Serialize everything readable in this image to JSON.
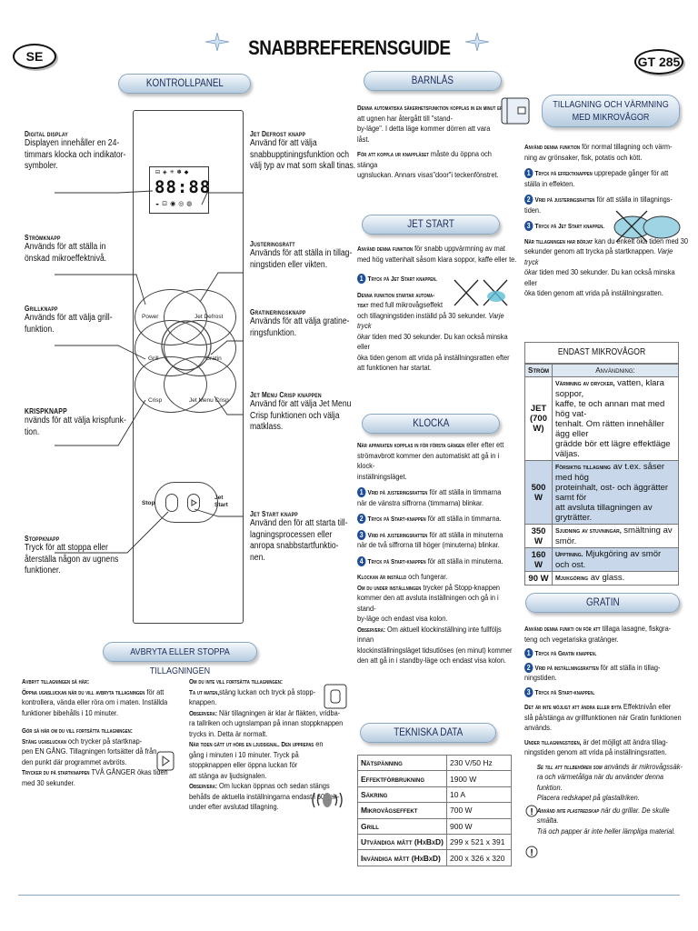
{
  "header": {
    "lang_badge": "SE",
    "title": "SNABBREFERENSGUIDE",
    "model_badge": "GT 285"
  },
  "kontrollpanel": {
    "heading": "KONTROLLPANEL",
    "left": [
      {
        "title": "Digital display",
        "body": "Displayen innehåller en 24-\ntimmars klocka och indikator-\nsymboler."
      },
      {
        "title": "Strömknapp",
        "body": "Används för att ställa in\nönskad mikroeffektnivå."
      },
      {
        "title": "Grillknapp",
        "body": "Används för att välja grill-\nfunktion."
      },
      {
        "title": "KRISPKNAPP",
        "body": "nvänds för att välja krispfunk-\ntion."
      },
      {
        "title": "Stoppknapp",
        "body": "Tryck för att stoppa eller\nåterställa någon av ugnens\nfunktioner."
      }
    ],
    "right": [
      {
        "title": "Jet Defrost knapp",
        "body": "Använd för att välja\nsnabbupptiningsfunktion och\nvälj typ av mat som skall tinas."
      },
      {
        "title": "Justeringsratt",
        "body": "Används för att ställa in tillag-\nningstiden eller vikten."
      },
      {
        "title": "Gratineringsknapp",
        "body": "Används för att välja gratine-\nringsfunktion."
      },
      {
        "title": "Jet Menu Crisp knappen",
        "body": "Använd för att välja Jet Menu\nCrisp funktionen och välja\nmatklass."
      },
      {
        "title": "Jet Start knapp",
        "body": "Använd den för att starta till-\nlagningsprocessen eller\nanropa snabbstartfunktio-\nnen."
      }
    ],
    "panel_labels": {
      "power": "Power",
      "jet_defrost": "Jet Defrost",
      "grill": "Grill",
      "gratin": "Gratin",
      "crisp": "Crisp",
      "jet_menu_crisp": "Jet Menu Crisp",
      "stop": "Stop",
      "jet_start": "Jet\nStart",
      "display_digits": "88:88"
    }
  },
  "avbryt": {
    "heading": "AVBRYTA ELLER STOPPA TILLAGNINGEN",
    "col1": [
      {
        "title": "Avbryt tillagningen så här:",
        "body": ""
      },
      {
        "title": "Öppna ugnsluckan när du vill avbryta tillagningen",
        "body": "för att kontrollera, vända eller röra om i maten. Inställda funktioner bibehålls i 10 minuter."
      },
      {
        "title": "Gör så här om du vill fortsätta tillagningen:",
        "body": ""
      },
      {
        "title": "Stäng ugnsluckan",
        "body": "och trycker på startknap-\npen EN GÅNG. Tillagningen fortsätter då från\nden punkt där programmet avbröts."
      },
      {
        "title": "Trycker du på startknappen",
        "body": "TVÅ GÅNGER ökas tiden\nmed 30 sekunder."
      }
    ],
    "col2": [
      {
        "title": "Om du inte vill fortsätta tillagningen:",
        "body": ""
      },
      {
        "title": "Ta ut maten,",
        "body": "stäng luckan och tryck på stopp-\nknappen."
      },
      {
        "title": "Observera:",
        "body": "När tillagningen är klar är fläkten, vridba-\nra tallriken och ugnslampan på innan stoppknappen\ntrycks in. Detta är normalt."
      },
      {
        "title": "När tiden gått ut hörs en ljudsignal. Den upprepas",
        "body": "en\ngång i minuten i 10 minuter. Tryck på\nstoppknappen eller öppna luckan för\natt stänga av ljudsignalen."
      },
      {
        "title": "Observera:",
        "body": "Om luckan öppnas och sedan stängs\nbehålls de aktuella inställningarna endast i 60 sek-\nunder efter avslutad tillagning."
      }
    ]
  },
  "barnlas": {
    "heading": "BARNLÅS",
    "p1_title": "Denna automatiska säkerhetsfunktion kopplas in en minut efter",
    "p1_body": "att ugnen har återgått till \"stand-\nby-läge\". I detta läge kommer dörren att vara\nlåst.",
    "p2_title": "För att koppla ur knapplåset",
    "p2_body": "måste du öppna och stänga\nugnsluckan. Annars visas\"door\"i teckenfönstret."
  },
  "jetstart": {
    "heading": "JET START",
    "p1_title": "Använd denna funktion",
    "p1_body": "för snabb uppvärmning av mat\nmed hög vattenhalt såsom klara soppor, kaffe eller te.",
    "step1": "Tryck på Jet Start knappen.",
    "p2_title": "Denna funktion startar automa-\ntiskt",
    "p2_body": "med full mikrovågseffekt\noch tillagningstiden inställd på 30 sekunder.",
    "p2_italic": "Varje tryck\nökar",
    "p2_end": "tiden med 30 sekunder. Du kan också minska eller\nöka tiden genom att vrida på inställningsratten efter\natt funktionen har startat."
  },
  "klocka": {
    "heading": "KLOCKA",
    "intro_title": "När apparaten kopplas in för första gången",
    "intro_body": "eller efter ett\nströmavbrott kommer den automatiskt att gå in i klock-\ninställningsläget.",
    "steps": [
      {
        "num": "1",
        "title": "Vrid på justeringsratten",
        "body": "för att ställa in timmarna\nnär de vänstra siffrorna (timmarna) blinkar."
      },
      {
        "num": "2",
        "title": "Tryck på Start-knappen",
        "body": "för att ställa in timmarna."
      },
      {
        "num": "3",
        "title": "Vrid på justeringsratten",
        "body": "för att ställa in minuterna\nnär de två siffrorna till höger (minuterna) blinkar."
      },
      {
        "num": "4",
        "title": "Tryck på Start-knappen",
        "body": "för att ställa in minuterna."
      }
    ],
    "p_klar_title": "Klockan är inställd",
    "p_klar_body": "och fungerar.",
    "p_om_title": "Om du under inställningen",
    "p_om_body": "trycker på Stopp-knappen\nkommer den att avsluta  inställningen och gå in i stand-\nby-läge och endast visa kolon.",
    "p_obs_title": "Observera:",
    "p_obs_body": "Om aktuell klockinställning inte fullföljs innan\nklockinställningsläget tidsutlöses (en minut) kommer\nden att gå in i standby-läge och endast visa kolon."
  },
  "tekniska": {
    "heading": "TEKNISKA DATA",
    "rows": [
      [
        "Nätspänning",
        "230 V/50 Hz"
      ],
      [
        "Effektförbrukning",
        "1900 W"
      ],
      [
        "Säkring",
        "10 A"
      ],
      [
        "Mikrovågseffekt",
        "700 W"
      ],
      [
        "Grill",
        "900 W"
      ],
      [
        "Utvändiga mått (HxBxD)",
        "299 x 521 x 391"
      ],
      [
        "Invändiga mått (HxBxD)",
        "200 x 326 x 320"
      ]
    ]
  },
  "tillagning": {
    "heading": "TILLAGNING OCH VÄRMNING MED MIKROVÅGOR",
    "intro_title": "Använd denna funktion",
    "intro_body": "för normal tillagning och värm-\nning av grönsaker, fisk, potatis och kött.",
    "steps": [
      {
        "num": "1",
        "title": "Tryck på effektknappen",
        "body": "upprepade gånger för att\nställa in effekten."
      },
      {
        "num": "2",
        "title": "Vrid på justeringsratten",
        "body": "för att ställa in tillagnings-\ntiden."
      },
      {
        "num": "3",
        "title": "Tryck på Jet Start knappen.",
        "body": ""
      }
    ],
    "after_title": "När tillagningen har börjat",
    "after_body": "kan du enkelt öka tiden med 30\nsekunder genom att trycka på startknappen.",
    "after_italic": "Varje tryck\nökar",
    "after_end": "tiden med 30 sekunder. Du kan också minska eller\nöka tiden genom att vrida på inställningsratten."
  },
  "endast": {
    "heading": "ENDAST MIKROVÅGOR",
    "col_strom": "Ström",
    "col_anv": "Användning:",
    "rows": [
      {
        "power": "JET\n(700 W)",
        "title": "Värmning av drycker,",
        "text": "vatten, klara soppor,\nkaffe, te och annan mat med hög vat-\ntenhalt. Om rätten innehåller ägg eller\ngrädde bör ett lägre effektläge väljas.",
        "shade": false
      },
      {
        "power": "500 W",
        "title": "Försiktig tillagning",
        "text": "av t.ex. såser med hög\nproteinhalt, ost- och äggrätter samt för\natt avsluta tillagningen av gryträtter.",
        "shade": true
      },
      {
        "power": "350 W",
        "title": "Sjudning av stuvningar,",
        "text": "smältning av\nsmör.",
        "shade": false
      },
      {
        "power": "160 W",
        "title": "Upptining.",
        "text": "Mjukgöring av smör och ost.",
        "shade": true
      },
      {
        "power": "90 W",
        "title": "Mjukgöring",
        "text": "av glass.",
        "shade": false
      }
    ]
  },
  "gratin": {
    "heading": "GRATIN",
    "intro_title": "Använd denna funkti on för att",
    "intro_body": "tillaga lasagne, fiskgra-\nteng och vegetariska gratänger.",
    "steps": [
      {
        "num": "1",
        "title": "Tryck på Gratin knappen.",
        "body": ""
      },
      {
        "num": "2",
        "title": "Vrid på inställningsratten",
        "body": "för att ställa in tillag-\nningstiden."
      },
      {
        "num": "3",
        "title": "Tryck på Start-knappen.",
        "body": ""
      }
    ],
    "p1_title": "Det är inte möjligt att ändra eller byta",
    "p1_body": "Effektnivån eller\nslå på/stänga av grillfunktionen när Gratin funktionen\nanvänds.",
    "p2_title": "Under tillagningstiden,",
    "p2_body": "är det möjligt att ändra tillag-\nningstiden genom att vrida på inställningsratten.",
    "note1_title": "Se till att tillbehören som",
    "note1_body": "används är mikrovågssäk-\nra och värmetåliga när du använder denna funktion.\nPlacera redskapet på glastallriken.",
    "note2_title": "Använd inte plastredskap",
    "note2_body": "när du grillar. De skulle smälta.\nTrä och papper är inte heller lämpliga material."
  },
  "colors": {
    "accent": "#1f4e99",
    "pill_top": "#f4f8fc",
    "pill_bottom": "#b6cce0",
    "shade": "#c8d8ea"
  }
}
